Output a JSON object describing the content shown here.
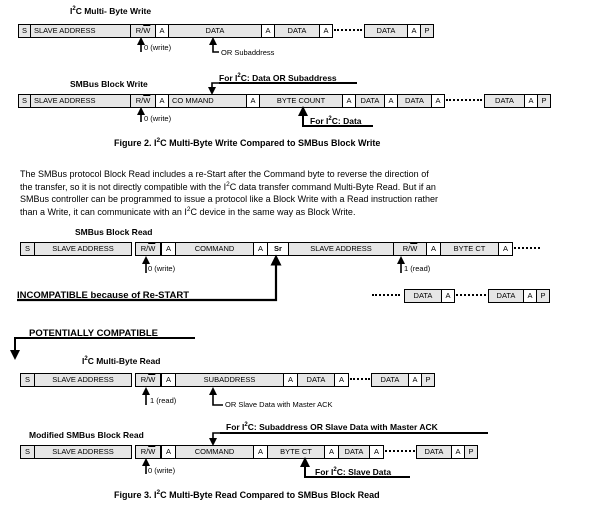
{
  "fig2": {
    "i2c_title_a": "I",
    "i2c_title_sup": "2",
    "i2c_title_b": "C  Multi- Byte Write",
    "i2c_frame": [
      "S",
      "SLAVE ADDRESS",
      "R/W",
      "A",
      "DATA",
      "A",
      "DATA",
      "A",
      "DATA",
      "A",
      "P"
    ],
    "i2c_write_note": "0 (write)",
    "i2c_sub_note": "OR Subaddress",
    "smbus_title": "SMBus Block  Write",
    "smbus_top_a": "For I",
    "smbus_top_sup": "2",
    "smbus_top_b": "C:  Data OR Subaddress",
    "smbus_frame": [
      "S",
      "SLAVE ADDRESS",
      "R/W",
      "A",
      "CO MMAND",
      "A",
      "BYTE COUNT",
      "A",
      "DATA",
      "A",
      "DATA",
      "A",
      "DATA",
      "A",
      "P"
    ],
    "smbus_write_note": "0 (write)",
    "smbus_bottom_a": "For I",
    "smbus_bottom_sup": "2",
    "smbus_bottom_b": "C:  Data",
    "caption_a": "Figure 2. I",
    "caption_sup": "2",
    "caption_b": "C Multi-Byte Write Compared to SMBus Block Write"
  },
  "paragraph": {
    "l1": "The SMBus protocol Block Read includes a re-Start after the Command byte to reverse the direction of",
    "l2a": "the transfer, so it is not directly compatible with the I",
    "l2sup": "2",
    "l2b": "C data transfer command Multi-Byte Read. But if an",
    "l3": "SMBus controller can be programmed to issue a protocol like a Block Write with a Read instruction rather",
    "l4a": "than a Write, it can communicate with an I",
    "l4sup": "2",
    "l4b": "C device in the same way as Block Write."
  },
  "fig3": {
    "smbus_read_title": "SMBus Block  Read",
    "smbus_read_frame": [
      "S",
      "SLAVE ADDRESS",
      "R/W",
      "A",
      "COMMAND",
      "A",
      "Sr",
      "SLAVE ADDRESS",
      "R/W",
      "A",
      "BYTE CT",
      "A"
    ],
    "write_note": "0 (write)",
    "read_note": "1 (read)",
    "incompatible": "INCOMPATIBLE  because of Re-START",
    "tail_frame": [
      "DATA",
      "A",
      "DATA",
      "A",
      "P"
    ],
    "potentially": "POTENTIALLY COMPATIBLE",
    "i2c_read_title_a": "I",
    "i2c_read_title_sup": "2",
    "i2c_read_title_b": "C  Multi-Byte  Read",
    "i2c_read_frame": [
      "S",
      "SLAVE ADDRESS",
      "R/W",
      "A",
      "SUBADDRESS",
      "A",
      "DATA",
      "A",
      "DATA",
      "A",
      "P"
    ],
    "i2c_read_note": "1 (read)",
    "i2c_read_sub_note": "OR Slave Data with Master ACK",
    "mod_title": "Modified SMBus Block  Read",
    "mod_top_a": "For I",
    "mod_top_sup": "2",
    "mod_top_b": "C:    Subaddress  OR Slave Data with  Master  ACK",
    "mod_frame": [
      "S",
      "SLAVE ADDRESS",
      "R/W",
      "A",
      "COMMAND",
      "A",
      "BYTE CT",
      "A",
      "DATA",
      "A",
      "DATA",
      "A",
      "P"
    ],
    "mod_write_note": "0 (write)",
    "mod_bottom_a": "For I",
    "mod_bottom_sup": "2",
    "mod_bottom_b": "C:  Slave  Data",
    "caption_a": "Figure 3. I",
    "caption_sup": "2",
    "caption_b": "C Multi-Byte Read Compared to SMBus Block Read"
  }
}
